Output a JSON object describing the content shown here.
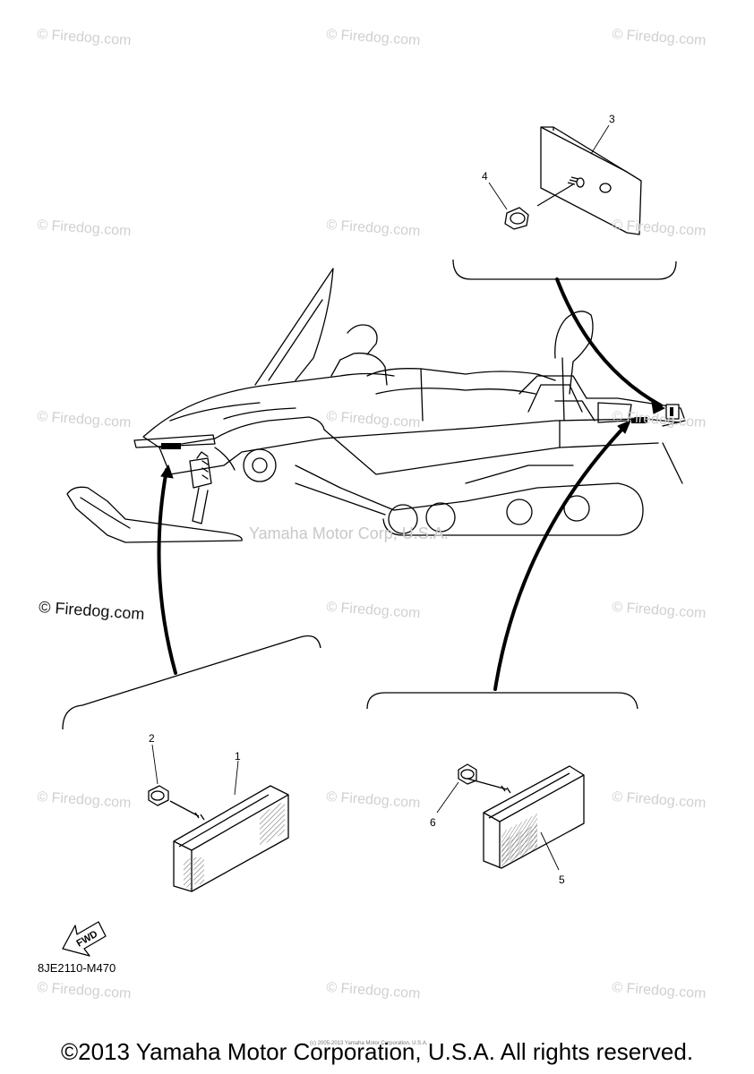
{
  "watermarks": {
    "brand": "© Firedog.com",
    "center": "Yamaha Motor Corp, U.S.A."
  },
  "callouts": {
    "c1": "1",
    "c2": "2",
    "c3": "3",
    "c4": "4",
    "c5": "5",
    "c6": "6"
  },
  "fwd_label": "FWD",
  "part_code": "8JE2110-M470",
  "tiny_notice": "(c) 2005-2013 Yamaha Motor Corporation, U.S.A.",
  "footer": "©2013 Yamaha Motor Corporation, U.S.A. All rights reserved.",
  "colors": {
    "line": "#000000",
    "watermark": "#d0d0d0",
    "center_watermark": "#c8c8c8",
    "hatch": "#777777"
  }
}
